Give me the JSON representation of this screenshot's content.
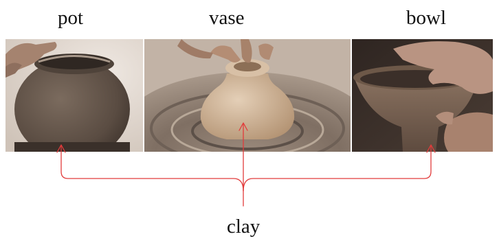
{
  "labels": {
    "pot": "pot",
    "vase": "vase",
    "bowl": "bowl",
    "clay": "clay"
  },
  "colors": {
    "arrow": "#e23b3b",
    "clay_dark": "#5e5045",
    "clay_light": "#cdb196",
    "wheel": "#8b7a6c",
    "hands": "#b58f7a"
  }
}
